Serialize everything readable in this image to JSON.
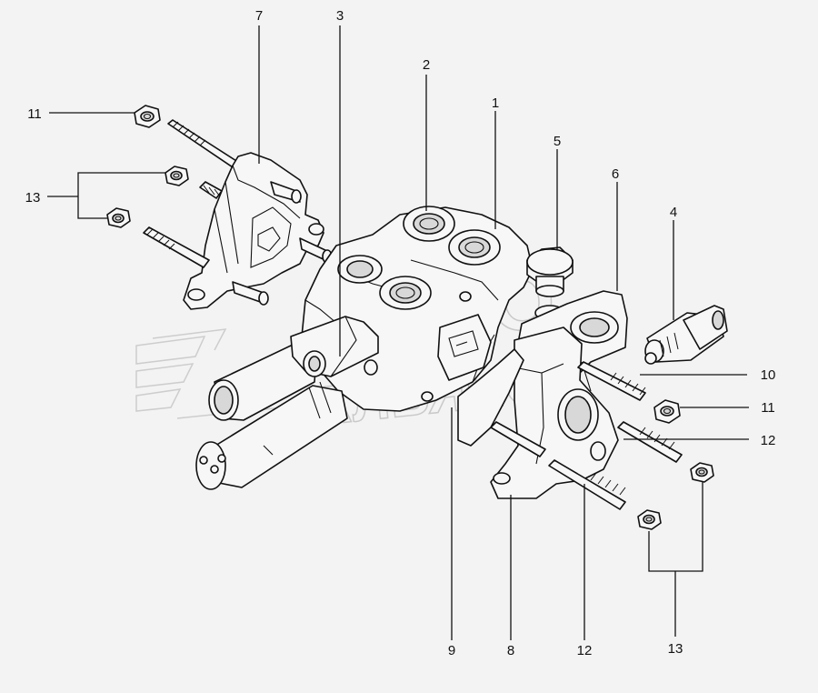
{
  "diagram": {
    "background": "#f3f3f3",
    "line_color": "#111111",
    "watermark_color": "#c9c9c9",
    "watermark": {
      "line1": "АВТО",
      "line2": "АЛЬЯНС"
    },
    "callouts": {
      "c1": "1",
      "c2": "2",
      "c3": "3",
      "c4": "4",
      "c5": "5",
      "c6": "6",
      "c7": "7",
      "c8": "8",
      "c9": "9",
      "c10": "10",
      "c11_left": "11",
      "c11_right": "11",
      "c12_right": "12",
      "c12_bottom": "12",
      "c13_left": "13",
      "c13_bottom": "13"
    }
  }
}
